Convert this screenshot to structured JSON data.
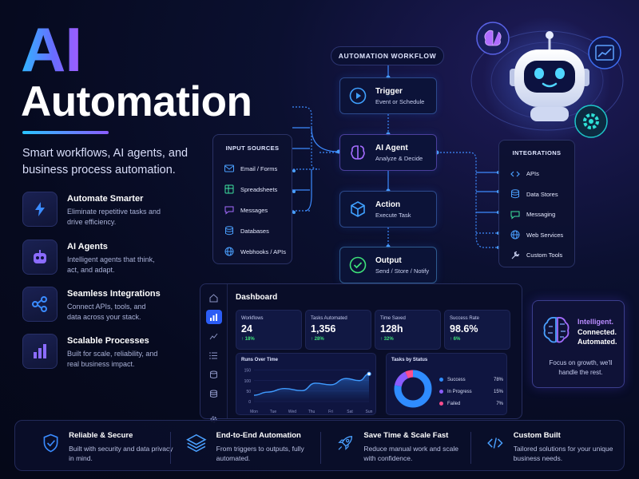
{
  "hero": {
    "ai": "AI",
    "title": "Automation",
    "subtitle": "Smart workflows, AI agents, and business process automation."
  },
  "features": [
    {
      "icon": "lightning-icon",
      "title": "Automate Smarter",
      "desc": "Eliminate repetitive tasks and drive efficiency."
    },
    {
      "icon": "robot-icon",
      "title": "AI Agents",
      "desc": "Intelligent agents that think, act, and adapt."
    },
    {
      "icon": "share-nodes-icon",
      "title": "Seamless Integrations",
      "desc": "Connect APIs, tools, and data across your stack."
    },
    {
      "icon": "bar-chart-icon",
      "title": "Scalable Processes",
      "desc": "Built for scale, reliability, and real business impact."
    }
  ],
  "workflow": {
    "label": "AUTOMATION WORKFLOW",
    "steps": [
      {
        "icon": "play-icon",
        "title": "Trigger",
        "sub": "Event or Schedule"
      },
      {
        "icon": "brain-icon",
        "title": "AI Agent",
        "sub": "Analyze & Decide"
      },
      {
        "icon": "cube-icon",
        "title": "Action",
        "sub": "Execute Task"
      },
      {
        "icon": "check-circle-icon",
        "title": "Output",
        "sub": "Send / Store / Notify"
      }
    ]
  },
  "input_sources": {
    "title": "INPUT SOURCES",
    "items": [
      {
        "icon": "mail-icon",
        "label": "Email / Forms"
      },
      {
        "icon": "spreadsheet-icon",
        "label": "Spreadsheets"
      },
      {
        "icon": "chat-icon",
        "label": "Messages"
      },
      {
        "icon": "database-icon",
        "label": "Databases"
      },
      {
        "icon": "globe-icon",
        "label": "Webhooks / APIs"
      }
    ]
  },
  "integrations": {
    "title": "INTEGRATIONS",
    "items": [
      {
        "icon": "code-icon",
        "label": "APIs"
      },
      {
        "icon": "database-icon",
        "label": "Data Stores"
      },
      {
        "icon": "chat-icon",
        "label": "Messaging"
      },
      {
        "icon": "globe-icon",
        "label": "Web Services"
      },
      {
        "icon": "tools-icon",
        "label": "Custom Tools"
      }
    ]
  },
  "dashboard": {
    "title": "Dashboard",
    "stats": [
      {
        "label": "Workflows",
        "value": "24",
        "change": "↑ 18%"
      },
      {
        "label": "Tasks Automated",
        "value": "1,356",
        "change": "↑ 28%"
      },
      {
        "label": "Time Saved",
        "value": "128h",
        "change": "↑ 32%"
      },
      {
        "label": "Success Rate",
        "value": "98.6%",
        "change": "↑ 6%"
      }
    ],
    "runs_title": "Runs Over Time",
    "status_title": "Tasks by Status",
    "status": [
      {
        "label": "Success",
        "value": "78%",
        "color": "#2f8cff"
      },
      {
        "label": "In Progress",
        "value": "15%",
        "color": "#8b5cff"
      },
      {
        "label": "Failed",
        "value": "7%",
        "color": "#ff4d8d"
      }
    ]
  },
  "chart_data": {
    "type": "line",
    "title": "Runs Over Time",
    "categories": [
      "Mon",
      "Tue",
      "Wed",
      "Thu",
      "Fri",
      "Sat",
      "Sun"
    ],
    "yticks": [
      "150",
      "100",
      "50",
      "0"
    ],
    "ylim": [
      0,
      160
    ],
    "values": [
      30,
      45,
      62,
      52,
      88,
      80,
      110,
      100,
      132
    ],
    "x": [
      0,
      0.7,
      1.6,
      2.5,
      3.2,
      4.0,
      4.8,
      5.5,
      6.0
    ]
  },
  "intel_card": {
    "line1": "Intelligent.",
    "line2": "Connected.",
    "line3": "Automated.",
    "sub": "Focus on growth, we'll handle the rest."
  },
  "bottom": [
    {
      "icon": "shield-check-icon",
      "title": "Reliable & Secure",
      "desc": "Built with security and data privacy in mind."
    },
    {
      "icon": "layers-icon",
      "title": "End-to-End Automation",
      "desc": "From triggers to outputs, fully automated."
    },
    {
      "icon": "rocket-icon",
      "title": "Save Time & Scale Fast",
      "desc": "Reduce manual work and scale with confidence."
    },
    {
      "icon": "code-icon",
      "title": "Custom Built",
      "desc": "Tailored solutions for your unique business needs."
    }
  ],
  "colors": {
    "accent_blue": "#2f8cff",
    "accent_purple": "#8b5cff",
    "success_green": "#3ee27a"
  }
}
